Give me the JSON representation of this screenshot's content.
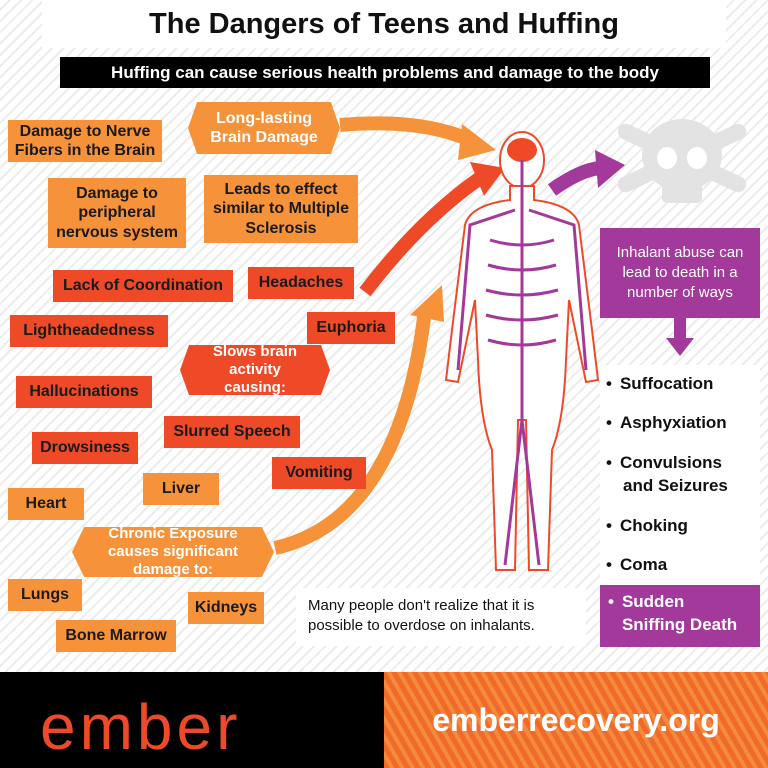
{
  "title": "The Dangers of Teens and Huffing",
  "subtitle": "Huffing can cause serious health problems and damage to the body",
  "effects": {
    "nerve_fibers": "Damage to Nerve Fibers in the Brain",
    "brain_damage": "Long-lasting Brain Damage",
    "peripheral": "Damage to peripheral nervous system",
    "ms": "Leads to effect similar to Multiple Sclerosis",
    "coordination": "Lack of Coordination",
    "headaches": "Headaches",
    "lightheadedness": "Lightheadedness",
    "euphoria": "Euphoria",
    "slows": "Slows brain activity causing:",
    "hallucinations": "Hallucinations",
    "drowsiness": "Drowsiness",
    "slurred": "Slurred Speech",
    "vomiting": "Vomiting",
    "heart": "Heart",
    "liver": "Liver",
    "chronic": "Chronic Exposure causes significant damage to:",
    "lungs": "Lungs",
    "kidneys": "Kidneys",
    "bone_marrow": "Bone Marrow"
  },
  "death": {
    "intro": "Inhalant abuse can lead to death in a number of ways",
    "items": [
      "Suffocation",
      "Asphyxiation",
      "Convulsions and Seizures",
      "Choking",
      "Coma"
    ],
    "highlight": "Sudden Sniffing Death"
  },
  "note": "Many people don't realize that it is possible to overdose on inhalants.",
  "footer": {
    "logo": "ember",
    "url": "emberrecovery.org"
  },
  "colors": {
    "light_orange": "#f6923a",
    "red_orange": "#ee4a28",
    "purple": "#a3399a"
  }
}
